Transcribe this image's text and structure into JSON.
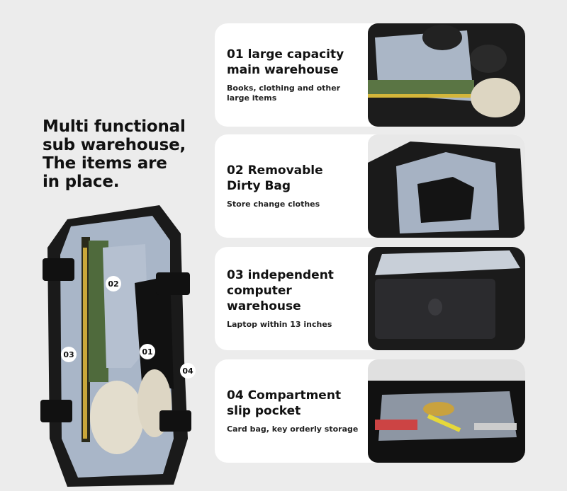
{
  "headline": {
    "lines": [
      "Multi functional",
      "sub warehouse,",
      "The items are",
      "in place."
    ]
  },
  "bag_badges": [
    "02",
    "03",
    "01",
    "04"
  ],
  "features": [
    {
      "title_lines": [
        "01 large capacity",
        "main warehouse"
      ],
      "description": "Books, clothing and other large items",
      "photo": "main-compartment-photo"
    },
    {
      "title_lines": [
        "02 Removable",
        "Dirty Bag"
      ],
      "description": "Store change clothes",
      "photo": "dirty-bag-photo"
    },
    {
      "title_lines": [
        "03 independent",
        "computer",
        "warehouse"
      ],
      "description": "Laptop within 13 inches",
      "photo": "laptop-compartment-photo"
    },
    {
      "title_lines": [
        "04 Compartment",
        "slip pocket"
      ],
      "description": "Card bag, key orderly storage",
      "photo": "slip-pocket-photo"
    }
  ],
  "colors": {
    "background": "#ececec",
    "card": "#ffffff",
    "bag_black": "#1a1a1a",
    "lining_blue": "#a9b6c8"
  }
}
